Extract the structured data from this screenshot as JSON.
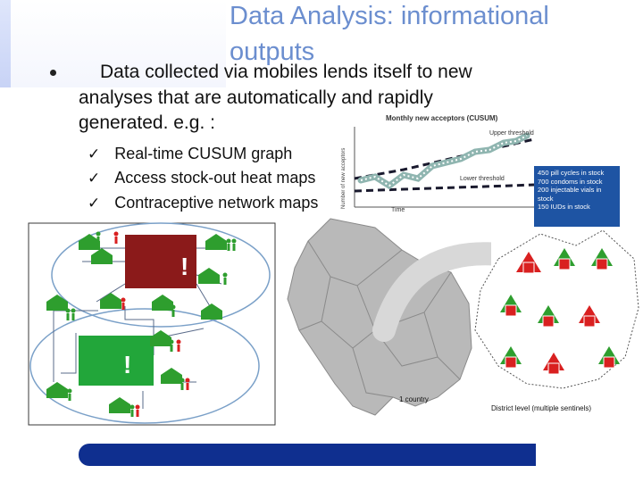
{
  "slide": {
    "title": "Data Analysis:  informational outputs",
    "paragraph_line1": "Data collected via mobiles lends itself to new",
    "paragraph_line2": "analyses      that are automatically and rapidly",
    "paragraph_line3": "generated. e.g. :",
    "checks": [
      "Real-time CUSUM graph",
      "Access stock-out heat maps",
      "Contraceptive network maps"
    ],
    "check_glyph": "✓"
  },
  "cusum": {
    "title": "Monthly new acceptors (CUSUM)",
    "upper": "Upper threshold",
    "lower": "Lower threshold",
    "xlabel": "Time",
    "ylabel": "Number of new acceptors"
  },
  "network": {
    "alert_red": "!",
    "alert_green": "!"
  },
  "maps": {
    "country_label": "1 country",
    "district_label": "District level (multiple sentinels)"
  },
  "stock": {
    "lines": [
      "450 pill cycles in stock",
      "700 condoms in stock",
      "200 injectable vials in",
      "stock",
      "150 IUDs in stock"
    ]
  },
  "colors": {
    "title": "#6b8ecf",
    "bottom_bar": "#0f2f8f",
    "stock_box": "#1e54a3",
    "alert_red": "#8b1a1a",
    "alert_green": "#22a63a",
    "sentinel_red": "#d92020",
    "sentinel_green": "#2e9e2e"
  }
}
